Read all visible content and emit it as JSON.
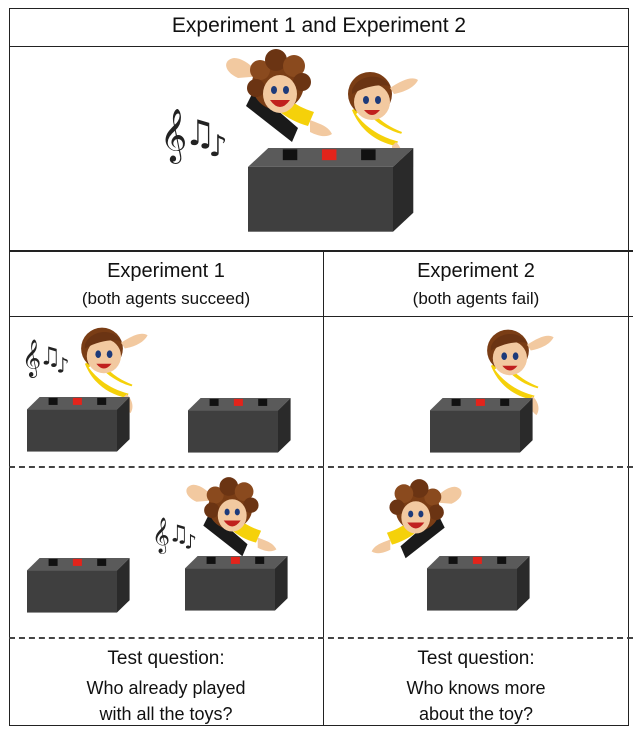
{
  "top": {
    "title": "Experiment 1 and Experiment 2"
  },
  "left": {
    "heading": "Experiment 1",
    "subheading": "(both agents succeed)",
    "question_label": "Test question:",
    "question_line1": "Who already played",
    "question_line2": "with all the toys?"
  },
  "right": {
    "heading": "Experiment 2",
    "subheading": "(both agents fail)",
    "question_label": "Test question:",
    "question_line1": "Who knows more",
    "question_line2": "about the toy?"
  },
  "colors": {
    "box_dark": "#3f3f3f",
    "box_side": "#2a2a2a",
    "box_top": "#5a5a5a",
    "button_red": "#e3241b",
    "button_black": "#111111",
    "hair_brown": "#6b3413",
    "hair_light": "#8a4a1e",
    "skin": "#f2c9a0",
    "shirt_yellow": "#f5d10a"
  },
  "icons": {
    "music": "music-notes-icon",
    "agent_a": "curly-haired-puppet",
    "agent_b": "straight-haired-puppet",
    "toy": "toy-box-with-buttons"
  }
}
